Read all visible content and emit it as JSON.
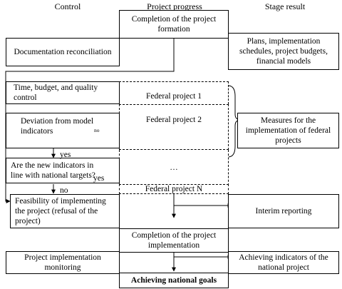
{
  "headers": {
    "control": "Control",
    "progress": "Project progress",
    "result": "Stage result"
  },
  "progress": {
    "completion_formation": "Completion of the project formation",
    "federal_1": "Federal project 1",
    "federal_2": "Federal project 2",
    "ellipsis": "…",
    "federal_n": "Federal project N",
    "completion_implementation": "Completion of the project implementation",
    "achieving_goals": "Achieving national goals"
  },
  "control": {
    "documentation": "Documentation reconciliation",
    "time_budget": "Time, budget, and quality control",
    "deviation": "Deviation from model indicators",
    "indicators_line": "Are the new indicators in line with national targets?",
    "feasibility": "Feasibility of implementing the project (refusal of the project)",
    "monitoring": "Project implementation monitoring"
  },
  "result": {
    "plans": "Plans, implementation schedules, project budgets, financial models",
    "measures": "Measures for the implementation of federal projects",
    "interim": "Interim reporting",
    "achieving_indicators": "Achieving indicators of the national project"
  },
  "labels": {
    "no_small": "no",
    "yes_1": "yes",
    "yes_2": "yes",
    "no_2": "no"
  }
}
